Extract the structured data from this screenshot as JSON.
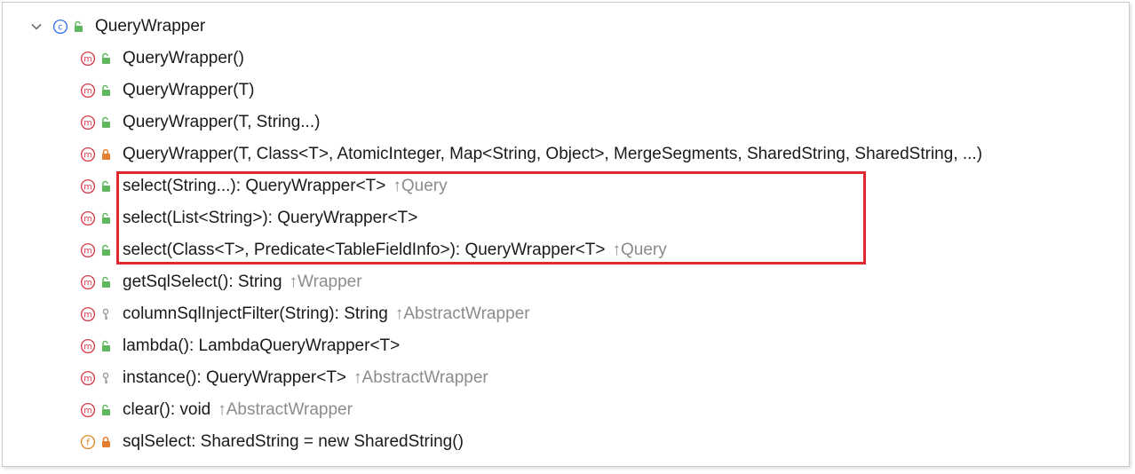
{
  "tree": {
    "class_node": {
      "name": "QueryWrapper",
      "kind_icon": "class-icon",
      "kind_letter": "c",
      "visibility_icon": "public-unlock-icon",
      "expanded": true
    },
    "members": [
      {
        "kind": "m",
        "visibility": "public",
        "signature": "QueryWrapper()",
        "origin": ""
      },
      {
        "kind": "m",
        "visibility": "public",
        "signature": "QueryWrapper(T)",
        "origin": ""
      },
      {
        "kind": "m",
        "visibility": "public",
        "signature": "QueryWrapper(T, String...)",
        "origin": ""
      },
      {
        "kind": "m",
        "visibility": "private",
        "signature": "QueryWrapper(T, Class<T>, AtomicInteger, Map<String, Object>, MergeSegments, SharedString, SharedString, ...)",
        "origin": ""
      },
      {
        "kind": "m",
        "visibility": "public",
        "signature": "select(String...): QueryWrapper<T>",
        "origin": "↑Query"
      },
      {
        "kind": "m",
        "visibility": "public",
        "signature": "select(List<String>): QueryWrapper<T>",
        "origin": ""
      },
      {
        "kind": "m",
        "visibility": "public",
        "signature": "select(Class<T>, Predicate<TableFieldInfo>): QueryWrapper<T>",
        "origin": "↑Query"
      },
      {
        "kind": "m",
        "visibility": "public",
        "signature": "getSqlSelect(): String",
        "origin": "↑Wrapper"
      },
      {
        "kind": "m",
        "visibility": "protected",
        "signature": "columnSqlInjectFilter(String): String",
        "origin": "↑AbstractWrapper"
      },
      {
        "kind": "m",
        "visibility": "public",
        "signature": "lambda(): LambdaQueryWrapper<T>",
        "origin": ""
      },
      {
        "kind": "m",
        "visibility": "protected",
        "signature": "instance(): QueryWrapper<T>",
        "origin": "↑AbstractWrapper"
      },
      {
        "kind": "m",
        "visibility": "public",
        "signature": "clear(): void",
        "origin": "↑AbstractWrapper"
      },
      {
        "kind": "f",
        "visibility": "private",
        "signature": "sqlSelect: SharedString = new SharedString()",
        "origin": ""
      }
    ]
  },
  "colors": {
    "method_icon": "#db3b4b",
    "field_icon": "#e08a26",
    "class_icon": "#3574f0",
    "public_lock": "#5fb65c",
    "private_lock": "#e47e30",
    "protected_key": "#9a9a9a",
    "highlight_border": "#e0282e",
    "origin_text": "#8c8c8c"
  }
}
